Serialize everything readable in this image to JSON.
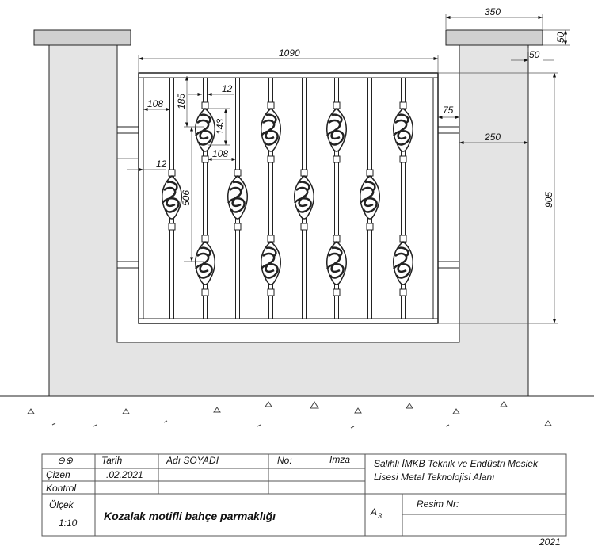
{
  "drawing": {
    "dimensions": {
      "overall_width": "1090",
      "cap_width": "350",
      "cap_height": "50",
      "cap_overhang": "50",
      "frame_height": "905",
      "side_gap": "250",
      "post_offset": "75",
      "edge_to_bar": "108",
      "bar_width": "12",
      "knot_top_offset": "185",
      "knot_height": "143",
      "bar_spacing": "108",
      "knot_spacing": "506",
      "bar_width_2": "12"
    },
    "colors": {
      "wall": "#e4e4e4",
      "line": "#222222"
    }
  },
  "title_block": {
    "symbol": "⊖⊕",
    "date_label": "Tarih",
    "name_label": "Adı SOYADI",
    "no_label": "No:",
    "sign_label": "Imza",
    "drawn_label": "Çizen",
    "drawn_date": ".02.2021",
    "check_label": "Kontrol",
    "school": [
      "Salihli İMKB Teknik ve Endüstri Meslek",
      "Lisesi Metal Teknolojisi Alanı"
    ],
    "scale_label": "Ölçek",
    "scale_value": "1:10",
    "title": "Kozalak motifli bahçe parmaklığı",
    "paper": "A",
    "paper_sub": "3",
    "drawing_no_label": "Resim Nr:",
    "year": "2021"
  }
}
